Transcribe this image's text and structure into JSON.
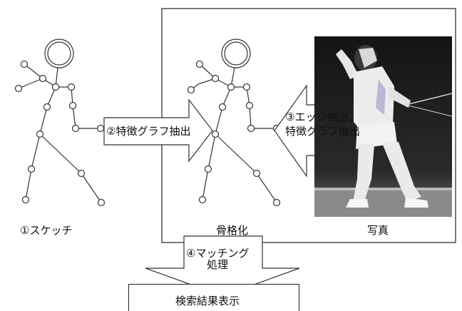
{
  "labels": {
    "sketch": "①スケッチ",
    "skeleton": "骨格化",
    "photo": "写真",
    "result": "検索結果表示"
  },
  "arrows": {
    "feature_graph": "②特徴グラフ抽出",
    "edge_line1": "③エッジ抽出、",
    "edge_line2": "特徴グラフ抽出",
    "matching_line1": "④マッチング",
    "matching_line2": "処理"
  },
  "photo": {
    "description_icon": "fencer-photo",
    "bg_color": "#1f1f1f"
  }
}
